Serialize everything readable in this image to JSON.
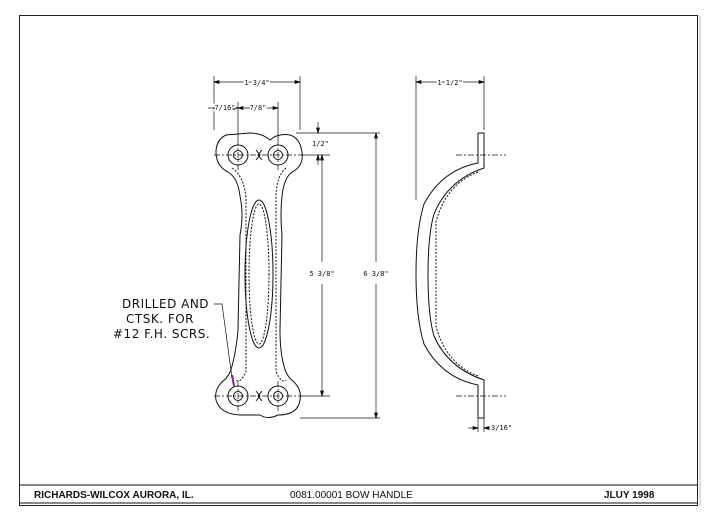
{
  "drawing": {
    "dimensions": {
      "overall_width": "1 3/4\"",
      "hole_offset": "7/16\"",
      "hole_spacing": "7/8\"",
      "top_offset": "1/2\"",
      "hole_center_length": "5 3/8\"",
      "overall_length": "6 3/8\"",
      "side_depth": "1 1/2\"",
      "thickness": "3/16\""
    },
    "note_lines": [
      "DRILLED AND",
      "CTSK. FOR",
      "#12 F.H. SCRS."
    ]
  },
  "title_block": {
    "company": "RICHARDS-WILCOX AURORA, IL.",
    "part": "0081.00001 BOW HANDLE",
    "date": "JLUY 1998"
  },
  "colors": {
    "line": "#111111",
    "border": "#222222",
    "accent": "#8a1f8a"
  }
}
